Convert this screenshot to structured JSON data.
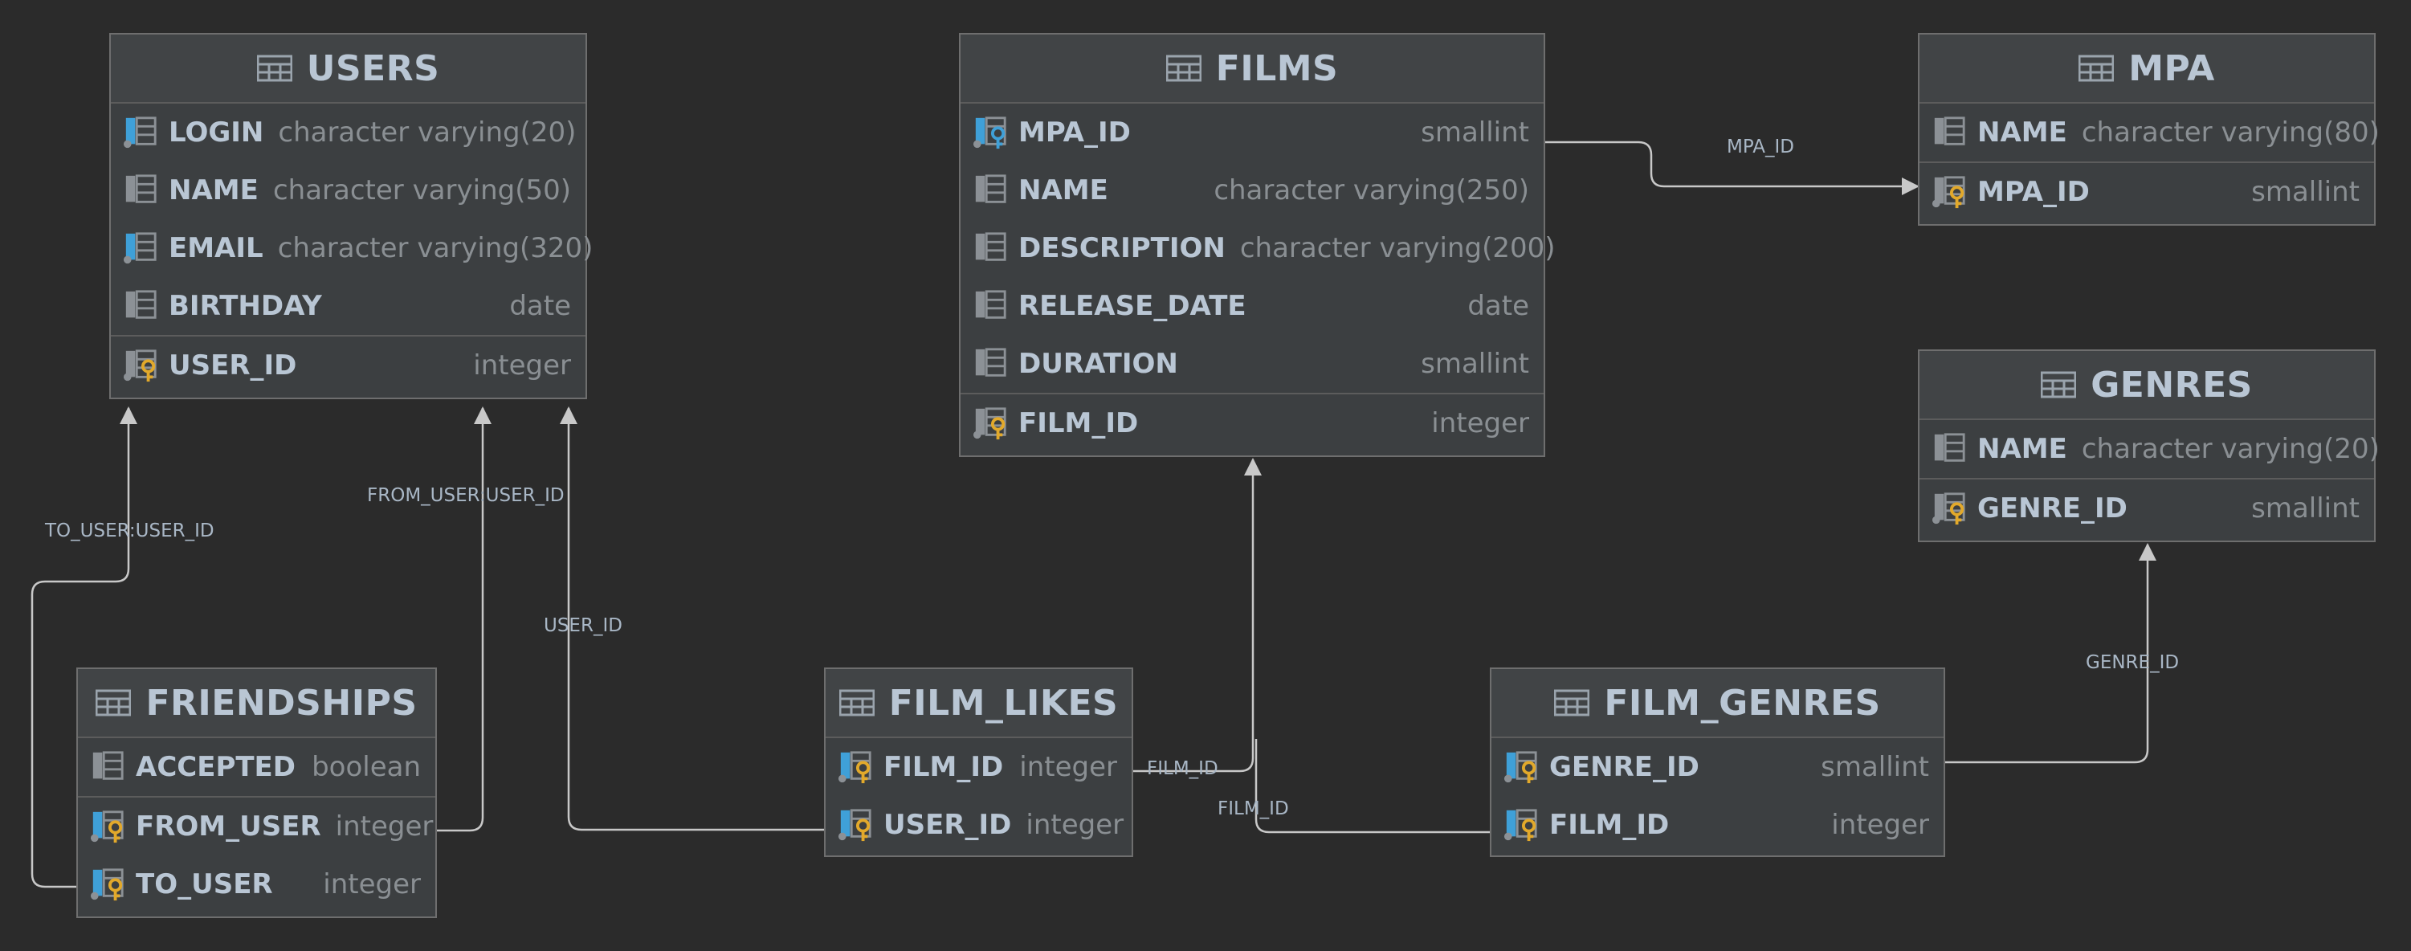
{
  "tables": {
    "users": {
      "title": "USERS",
      "rows": [
        {
          "name": "LOGIN",
          "type": "character varying(20)",
          "icon": "indexed-column-icon"
        },
        {
          "name": "NAME",
          "type": "character varying(50)",
          "icon": "column-icon"
        },
        {
          "name": "EMAIL",
          "type": "character varying(320)",
          "icon": "indexed-column-icon"
        },
        {
          "name": "BIRTHDAY",
          "type": "date",
          "icon": "column-icon"
        }
      ],
      "pk": {
        "name": "USER_ID",
        "type": "integer",
        "icon": "primary-key-icon"
      }
    },
    "films": {
      "title": "FILMS",
      "rows": [
        {
          "name": "MPA_ID",
          "type": "smallint",
          "icon": "foreign-key-icon"
        },
        {
          "name": "NAME",
          "type": "character varying(250)",
          "icon": "column-icon"
        },
        {
          "name": "DESCRIPTION",
          "type": "character varying(200)",
          "icon": "column-icon"
        },
        {
          "name": "RELEASE_DATE",
          "type": "date",
          "icon": "column-icon"
        },
        {
          "name": "DURATION",
          "type": "smallint",
          "icon": "column-icon"
        }
      ],
      "pk": {
        "name": "FILM_ID",
        "type": "integer",
        "icon": "primary-key-icon"
      }
    },
    "mpa": {
      "title": "MPA",
      "rows": [
        {
          "name": "NAME",
          "type": "character varying(80)",
          "icon": "column-icon"
        }
      ],
      "pk": {
        "name": "MPA_ID",
        "type": "smallint",
        "icon": "primary-key-icon"
      }
    },
    "genres": {
      "title": "GENRES",
      "rows": [
        {
          "name": "NAME",
          "type": "character varying(20)",
          "icon": "column-icon"
        }
      ],
      "pk": {
        "name": "GENRE_ID",
        "type": "smallint",
        "icon": "primary-key-icon"
      }
    },
    "friendships": {
      "title": "FRIENDSHIPS",
      "rows": [
        {
          "name": "ACCEPTED",
          "type": "boolean",
          "icon": "column-icon"
        }
      ],
      "pk_rows": [
        {
          "name": "FROM_USER",
          "type": "integer",
          "icon": "primary-foreign-key-icon"
        },
        {
          "name": "TO_USER",
          "type": "integer",
          "icon": "primary-foreign-key-icon"
        }
      ]
    },
    "film_likes": {
      "title": "FILM_LIKES",
      "rows": [],
      "pk_rows": [
        {
          "name": "FILM_ID",
          "type": "integer",
          "icon": "primary-foreign-key-icon"
        },
        {
          "name": "USER_ID",
          "type": "integer",
          "icon": "primary-foreign-key-icon"
        }
      ]
    },
    "film_genres": {
      "title": "FILM_GENRES",
      "rows": [],
      "pk_rows": [
        {
          "name": "GENRE_ID",
          "type": "smallint",
          "icon": "primary-foreign-key-icon"
        },
        {
          "name": "FILM_ID",
          "type": "integer",
          "icon": "primary-foreign-key-icon"
        }
      ]
    }
  },
  "edges": [
    {
      "label": "MPA_ID",
      "from": "films",
      "to": "mpa"
    },
    {
      "label": "TO_USER:USER_ID",
      "from": "friendships",
      "to": "users"
    },
    {
      "label": "FROM_USER:USER_ID",
      "from": "friendships",
      "to": "users"
    },
    {
      "label": "USER_ID",
      "from": "film_likes",
      "to": "users"
    },
    {
      "label": "FILM_ID",
      "from": "film_likes",
      "to": "films"
    },
    {
      "label": "FILM_ID",
      "from": "film_genres",
      "to": "films"
    },
    {
      "label": "GENRE_ID",
      "from": "film_genres",
      "to": "genres"
    }
  ],
  "colors": {
    "background": "#2b2b2b",
    "table_fill": "#3c3f41",
    "table_border": "#6e6e6e",
    "text": "#b9c6d4",
    "type_text": "#8a8f93",
    "edge": "#c8c8c8",
    "key_gold": "#e2a92b",
    "fk_blue": "#3fa0d8"
  }
}
